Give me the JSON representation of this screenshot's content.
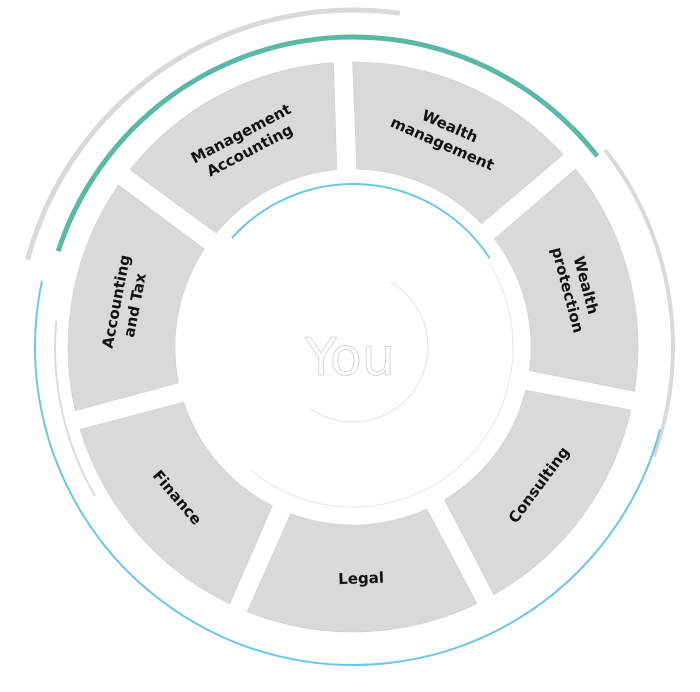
{
  "center": {
    "label": "You"
  },
  "segments": [
    {
      "lines": [
        "Wealth",
        "management"
      ]
    },
    {
      "lines": [
        "Wealth",
        "protection"
      ]
    },
    {
      "lines": [
        "Consulting"
      ]
    },
    {
      "lines": [
        "Legal"
      ]
    },
    {
      "lines": [
        "Finance"
      ]
    },
    {
      "lines": [
        "Accounting",
        "and Tax"
      ]
    },
    {
      "lines": [
        "Management",
        "Accounting"
      ]
    }
  ],
  "colors": {
    "segment_fill": "#d9d9d9",
    "teal_arc": "#5bb8a4",
    "blue_arc": "#6ec6e6",
    "gray_arc": "#d9d9d9",
    "text": "#111111"
  }
}
